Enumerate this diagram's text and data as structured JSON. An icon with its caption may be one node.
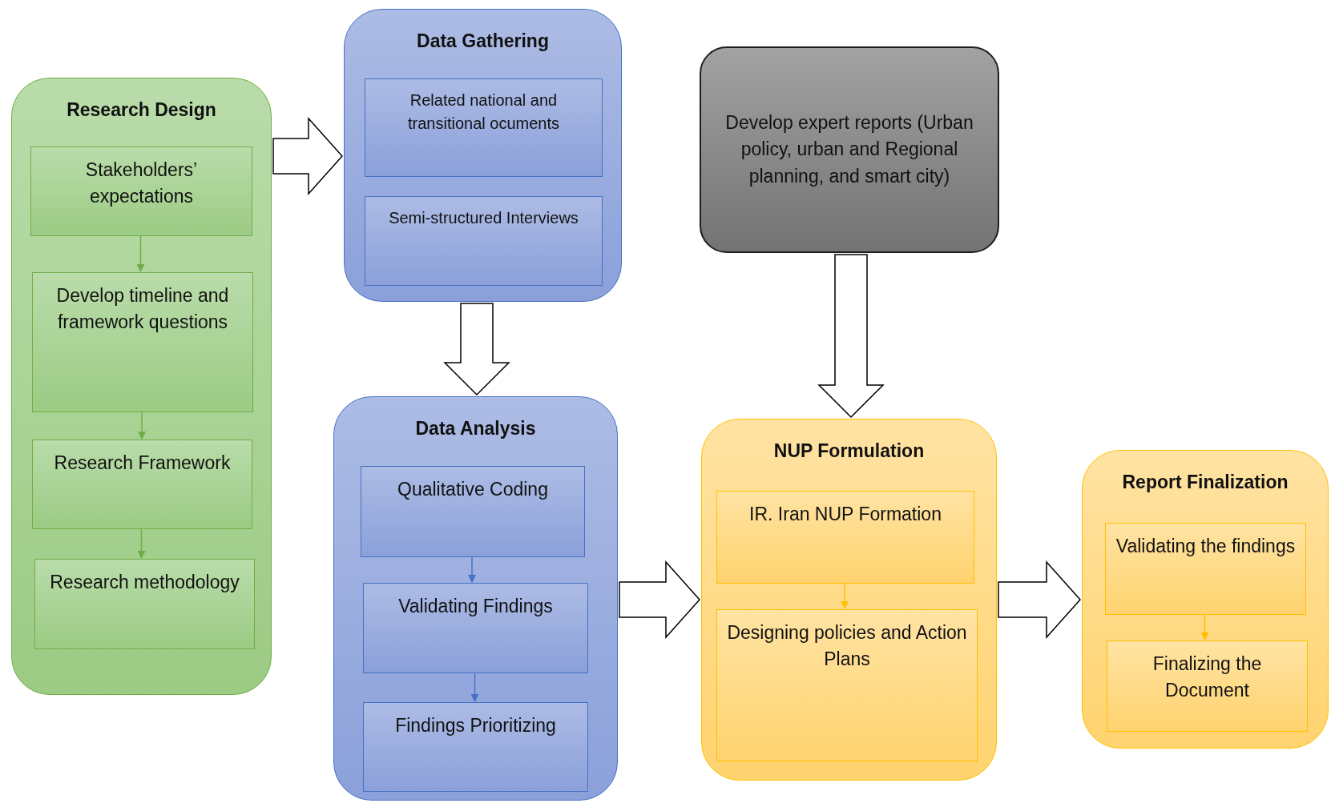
{
  "diagram": {
    "nodes": [
      {
        "text": [
          "Research Design"
        ]
      },
      {
        "text": [
          "Stakeholders’ expectations"
        ],
        "in": 0
      },
      {
        "text": [
          "Develop timeline and framework questions"
        ],
        "in": 0
      },
      {
        "text": [
          "Research Framework"
        ],
        "in": 0
      },
      {
        "text": [
          "Research methodology"
        ],
        "in": 0
      },
      {
        "text": [
          "Data Gathering"
        ]
      },
      {
        "text": [
          "Related national and transitional ocuments"
        ],
        "in": 5
      },
      {
        "text": [
          "Semi-structured Interviews"
        ],
        "in": 5
      },
      {
        "text": [
          "Data Analysis"
        ]
      },
      {
        "text": [
          "Qualitative Coding"
        ],
        "in": 8
      },
      {
        "text": [
          "Validating Findings"
        ],
        "in": 8
      },
      {
        "text": [
          "Findings Prioritizing"
        ],
        "in": 8
      },
      {
        "text": [
          "Develop expert reports (Urban policy, urban and Regional planning, and smart city)"
        ]
      },
      {
        "text": [
          "NUP Formulation"
        ]
      },
      {
        "text": [
          "IR. Iran NUP Formation"
        ],
        "in": 13
      },
      {
        "text": [
          "Designing policies and Action Plans"
        ],
        "in": 13
      },
      {
        "text": [
          "Report Finalization"
        ]
      },
      {
        "text": [
          "Validating the findings"
        ],
        "in": 16
      },
      {
        "text": [
          "Finalizing the Document"
        ],
        "in": 16
      }
    ],
    "edges": [
      {
        "from": 0,
        "to": 5,
        "arrow": "to",
        "style": "thick"
      },
      {
        "from": 5,
        "to": 8,
        "arrow": "to",
        "style": "thick"
      },
      {
        "from": 12,
        "to": 13,
        "arrow": "to",
        "style": "thick"
      },
      {
        "from": 8,
        "to": 13,
        "arrow": "to",
        "style": "thick"
      },
      {
        "from": 13,
        "to": 16,
        "arrow": "to",
        "style": "thick"
      },
      {
        "from": 1,
        "to": 2,
        "arrow": "to",
        "color": "#70ad47"
      },
      {
        "from": 2,
        "to": 3,
        "arrow": "to",
        "color": "#70ad47"
      },
      {
        "from": 3,
        "to": 4,
        "arrow": "to",
        "color": "#70ad47"
      },
      {
        "from": 9,
        "to": 10,
        "arrow": "to",
        "color": "#4472c4"
      },
      {
        "from": 10,
        "to": 11,
        "arrow": "to",
        "color": "#4472c4"
      },
      {
        "from": 14,
        "to": 15,
        "arrow": "to",
        "color": "#ffc000"
      },
      {
        "from": 17,
        "to": 18,
        "arrow": "to",
        "color": "#ffc000"
      }
    ]
  }
}
